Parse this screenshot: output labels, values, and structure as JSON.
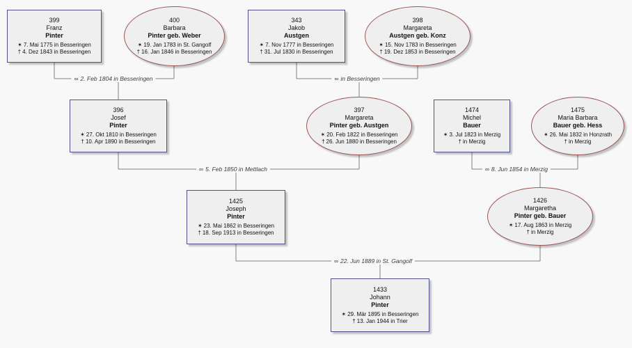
{
  "diagram": {
    "type": "family-tree-pedigree",
    "colors": {
      "background": "#f8f8f8",
      "card_fill": "#efefef",
      "male_border": "#50508c",
      "female_border": "#9a5454",
      "connector_line": "#808080",
      "marriage_text": "#3c3c3c"
    }
  },
  "symbols": {
    "birth": "✶",
    "death": "†",
    "marriage": "∞"
  },
  "persons": [
    {
      "id": "399",
      "given": "Franz",
      "surname": "Pinter",
      "birth": "7. Mai 1775 in Besseringen",
      "death": "4. Dez 1843 in Besseringen",
      "sex": "male"
    },
    {
      "id": "400",
      "given": "Barbara",
      "surname": "Pinter geb. Weber",
      "birth": "19. Jan 1783 in St. Gangolf",
      "death": "16. Jan 1846 in Besseringen",
      "sex": "female"
    },
    {
      "id": "343",
      "given": "Jakob",
      "surname": "Austgen",
      "birth": "7. Nov 1777 in Besseringen",
      "death": "31. Jul 1830 in Besseringen",
      "sex": "male"
    },
    {
      "id": "398",
      "given": "Margareta",
      "surname": "Austgen geb. Konz",
      "birth": "15. Nov 1783 in Besseringen",
      "death": "19. Dez 1853 in Besseringen",
      "sex": "female"
    },
    {
      "id": "396",
      "given": "Josef",
      "surname": "Pinter",
      "birth": "27. Okt 1810 in Besseringen",
      "death": "10. Apr 1890 in Besseringen",
      "sex": "male"
    },
    {
      "id": "397",
      "given": "Margareta",
      "surname": "Pinter geb. Austgen",
      "birth": "20. Feb 1822 in Besseringen",
      "death": "26. Jun 1880 in Besseringen",
      "sex": "female"
    },
    {
      "id": "1474",
      "given": "Michel",
      "surname": "Bauer",
      "birth": "3. Jul 1823 in Merzig",
      "death": "in Merzig",
      "sex": "male"
    },
    {
      "id": "1475",
      "given": "Maria Barbara",
      "surname": "Bauer geb. Hess",
      "birth": "26. Mai 1832 in Honzrath",
      "death": "in Merzig",
      "sex": "female"
    },
    {
      "id": "1425",
      "given": "Joseph",
      "surname": "Pinter",
      "birth": "23. Mai 1862 in Besseringen",
      "death": "18. Sep 1913 in Besseringen",
      "sex": "male"
    },
    {
      "id": "1426",
      "given": "Margaretha",
      "surname": "Pinter geb. Bauer",
      "birth": "17. Aug 1863 in Merzig",
      "death": "in Merzig",
      "sex": "female"
    },
    {
      "id": "1433",
      "given": "Johann",
      "surname": "Pinter",
      "birth": "29. Mär 1895 in Besseringen",
      "death": "13. Jan 1944 in Trier",
      "sex": "male"
    }
  ],
  "marriages": [
    {
      "label": "2. Feb 1804 in Besseringen",
      "husband_id": "399",
      "wife_id": "400",
      "child_id": "396"
    },
    {
      "label": "in Besseringen",
      "husband_id": "343",
      "wife_id": "398",
      "child_id": "397"
    },
    {
      "label": "5. Feb 1850 in Mettlach",
      "husband_id": "396",
      "wife_id": "397",
      "child_id": "1425"
    },
    {
      "label": "8. Jun 1854 in Merzig",
      "husband_id": "1474",
      "wife_id": "1475",
      "child_id": "1426"
    },
    {
      "label": "22. Jun 1889 in St. Gangolf",
      "husband_id": "1425",
      "wife_id": "1426",
      "child_id": "1433"
    }
  ]
}
